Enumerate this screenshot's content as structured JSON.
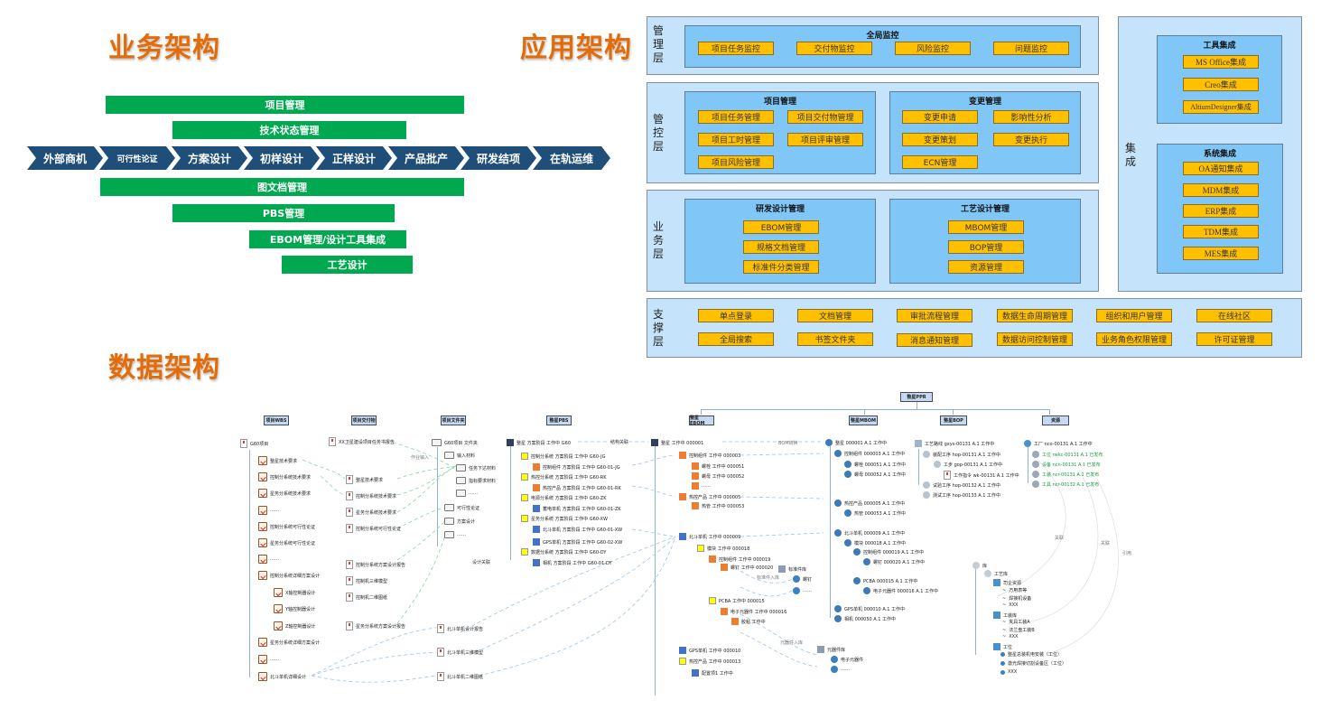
{
  "titles": {
    "business": "业务架构",
    "application": "应用架构",
    "data": "数据架构"
  },
  "business": {
    "top_bars": [
      "项目管理",
      "技术状态管理"
    ],
    "stages": [
      "外部商机",
      "可行性论证",
      "方案设计",
      "初样设计",
      "正样设计",
      "产品批产",
      "研发结项",
      "在轨运维"
    ],
    "bottom_bars": [
      "图文档管理",
      "PBS管理",
      "EBOM管理/设计工具集成",
      "工艺设计"
    ],
    "colors": {
      "bar": "#00a84f",
      "stage": "#1f4e79",
      "title": "#e36c09"
    }
  },
  "application": {
    "management_layer": {
      "label": "管理层",
      "group": {
        "title": "全局监控",
        "items": [
          "项目任务监控",
          "交付物监控",
          "风险监控",
          "问题监控"
        ]
      }
    },
    "control_layer": {
      "label": "管控层",
      "groups": [
        {
          "title": "项目管理",
          "items": [
            "项目任务管理",
            "项目交付物管理",
            "项目工时管理",
            "项目评审管理",
            "项目风险管理"
          ]
        },
        {
          "title": "变更管理",
          "items": [
            "变更申请",
            "影响性分析",
            "变更策划",
            "变更执行",
            "ECN管理"
          ]
        }
      ]
    },
    "business_layer": {
      "label": "业务层",
      "groups": [
        {
          "title": "研发设计管理",
          "items": [
            "EBOM管理",
            "规格文档管理",
            "标准件分类管理"
          ]
        },
        {
          "title": "工艺设计管理",
          "items": [
            "MBOM管理",
            "BOP管理",
            "资源管理"
          ]
        }
      ]
    },
    "integration_layer": {
      "label": "集成",
      "groups": [
        {
          "title": "工具集成",
          "items": [
            "MS Office集成",
            "Creo集成",
            "AltiumDesigner集成"
          ]
        },
        {
          "title": "系统集成",
          "items": [
            "OA通知集成",
            "MDM集成",
            "ERP集成",
            "TDM集成",
            "MES集成"
          ]
        }
      ]
    },
    "support_layer": {
      "label": "支撑层",
      "row1": [
        "单点登录",
        "文档管理",
        "审批流程管理",
        "数据生命周期管理",
        "组织和用户管理",
        "在线社区"
      ],
      "row2": [
        "全局搜索",
        "书签文件夹",
        "消息通知管理",
        "数据访问控制管理",
        "业务角色权限管理",
        "许可证管理"
      ]
    },
    "colors": {
      "layer": "#c5e4fb",
      "group": "#80c7f7",
      "item": "#ffc000"
    }
  },
  "data_arch": {
    "root": "整星PPR",
    "columns": [
      "项目WBS",
      "项目交付物",
      "项目文件夹",
      "整星PBS",
      "整星EBOM",
      "整星MBOM",
      "整星BOP",
      "资源"
    ],
    "wbs": [
      "G60项目",
      "整星技术要求",
      "控制分系统技术要求",
      "星务分系统技术要求",
      "……",
      "控制分系统可行性论证",
      "星务分系统可行性论证",
      "……",
      "控制分系统详细方案设计",
      "X轴控制器设计",
      "Y轴控制器设计",
      "Z轴控制器设计",
      "星务分系统详细方案设计",
      "……",
      "北斗单机详细设计"
    ],
    "deliverables": [
      "XX卫星建设项目任务书报告",
      "整星技术要求",
      "控制分系统技术要求",
      "星务分系统技术要求",
      "控制分系统可行性论证",
      "控制分系统方案设计报告",
      "控制机三维模型",
      "控制机二维图纸",
      "星务分系统方案设计报告",
      "北斗单机设计报告",
      "北斗单机三维模型",
      "北斗单机二维图纸"
    ],
    "folders": [
      "G60项目 文件夹",
      "输入材料",
      "任务下达材料",
      "指标要求材料",
      "……",
      "可行性论证",
      "方案设计",
      "……"
    ],
    "pbs": [
      "整星 方案阶段 工作中 G60",
      "控制分系统 方案阶段 工作中 G60-JG",
      "控制组件 方案阶段 工作中 G60-01-JG",
      "热控分系统 方案阶段 工作中 G60-RK",
      "热控产品 方案阶段 工作中 G60-01-RK",
      "电源分系统 方案阶段 工作中 G60-ZK",
      "蓄电单机 方案阶段 工作中 G60-01-ZK",
      "星务分系统 方案阶段 工作中 G60-XW",
      "北斗单机 方案阶段 工作中 G60-01-XW",
      "GPS单机 方案阶段 工作中 G60-02-XW",
      "数据分系统 方案阶段 工作中 G60-DY",
      "相机 方案阶段 工作中 G60-01-DY"
    ],
    "ebom": [
      "整星 工作中 000001",
      "控制组件 工作中 000003",
      "螺栓 工作中 000051",
      "螺母 工作中 000052",
      "……",
      "热控产品 工作中 000005",
      "热管 工作中 000053",
      "北斗单机 工作中 000009",
      "模块 工作中 000018",
      "控制组件 工作中 000019",
      "螺钉 工作中 000020",
      "PCBA 工作中 000015",
      "电子元器件 工作中 000016",
      "胶粘 工作中",
      "GPS单机 工作中 000010",
      "热控产品 工作中 000013",
      "配置项1 工作中"
    ],
    "mbom": [
      "整星 000001 A.1 工作中",
      "控制组件 000003 A.1 工作中",
      "螺栓 000051 A.1 工作中",
      "螺母 000052 A.1 工作中",
      "热控产品 000005 A.1 工作中",
      "热管 000053 A.1 工作中",
      "北斗单机 000009 A.1 工作中",
      "模块 000018 A.1 工作中",
      "控制组件 000019 A.1 工作中",
      "螺钉 000020 A.1 工作中",
      "PCBA 000015 A.1 工作中",
      "电子元器件 000016 A.1 工作中",
      "GPS单机 000010 A.1 工作中",
      "相机 000050 A.1 工作中"
    ],
    "bop": [
      "工艺路线 gxys-00131 A.1 工作中",
      "装配工序 hop-00131 A.1 工作中",
      "工步 gop-00131 A.1 工作中",
      "工作指令 wk-00131 A.1 工作中",
      "试验工序 hop-00132 A.1 工作中",
      "测试工序 hop-00133 A.1 工作中"
    ],
    "resources": [
      "工厂 nco-00131 A.1 工作中",
      "工位 rwkc-00131 A.1 已发布",
      "设备 ncn-00131 A.1 已发布",
      "工装 ncr-00131 A.1 已发布",
      "工具 ncr-00132 A.1 已发布"
    ],
    "library": [
      "库",
      "工艺库",
      "司企资源",
      "万用表等",
      "焊接机设备",
      "XXX",
      "工装库",
      "夹具工装A",
      "法兰盘工装B",
      "XXX",
      "工位",
      "整星总装机电安装（工位）",
      "激光焊接切割设备区（工位）",
      "XXX"
    ],
    "std_parts": {
      "title": "标准件库",
      "items": [
        "螺钉",
        "……"
      ]
    },
    "component_lib": {
      "title": "元器件库",
      "items": [
        "电子元器件",
        "……"
      ]
    },
    "link_labels": [
      "关联",
      "关联",
      "引用",
      "作业输入",
      "结构关联",
      "BOM转换",
      "标准件入库",
      "元器件入库",
      "设计关联"
    ]
  }
}
